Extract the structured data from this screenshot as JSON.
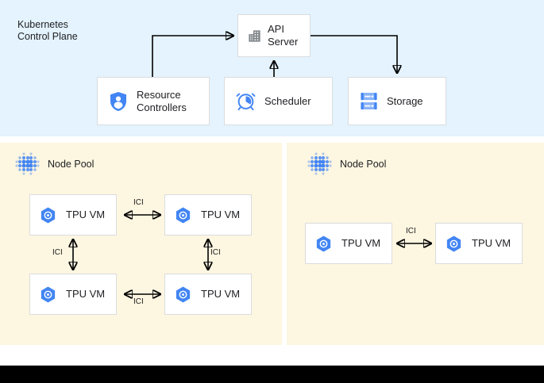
{
  "colors": {
    "control_plane_bg": "#e4f3fd",
    "node_pool_bg": "#fdf6e0",
    "box_bg": "#ffffff",
    "box_border": "#dadce0",
    "icon_blue": "#4285f4",
    "icon_blue_light": "#8ab4f8",
    "icon_gray": "#5f6368",
    "text": "#202124",
    "connector": "#000000",
    "bottom_bar": "#000000"
  },
  "control_plane": {
    "title": "Kubernetes\nControl Plane",
    "boxes": {
      "api_server": {
        "label": "API\nServer",
        "icon": "building-icon"
      },
      "resource_controllers": {
        "label": "Resource\nControllers",
        "icon": "shield-user-icon"
      },
      "scheduler": {
        "label": "Scheduler",
        "icon": "alarm-clock-icon"
      },
      "storage": {
        "label": "Storage",
        "icon": "server-rack-icon"
      }
    }
  },
  "node_pools": [
    {
      "title": "Node Pool",
      "icon": "dot-grid-icon",
      "vms": [
        {
          "label": "TPU VM",
          "icon": "hexagon-gear-icon"
        },
        {
          "label": "TPU VM",
          "icon": "hexagon-gear-icon"
        },
        {
          "label": "TPU VM",
          "icon": "hexagon-gear-icon"
        },
        {
          "label": "TPU VM",
          "icon": "hexagon-gear-icon"
        }
      ],
      "links": [
        {
          "label": "ICI",
          "orientation": "horizontal"
        },
        {
          "label": "ICI",
          "orientation": "vertical"
        },
        {
          "label": "ICI",
          "orientation": "vertical"
        },
        {
          "label": "ICI",
          "orientation": "horizontal"
        }
      ]
    },
    {
      "title": "Node Pool",
      "icon": "dot-grid-icon",
      "vms": [
        {
          "label": "TPU VM",
          "icon": "hexagon-gear-icon"
        },
        {
          "label": "TPU VM",
          "icon": "hexagon-gear-icon"
        }
      ],
      "links": [
        {
          "label": "ICI",
          "orientation": "horizontal"
        }
      ]
    }
  ]
}
